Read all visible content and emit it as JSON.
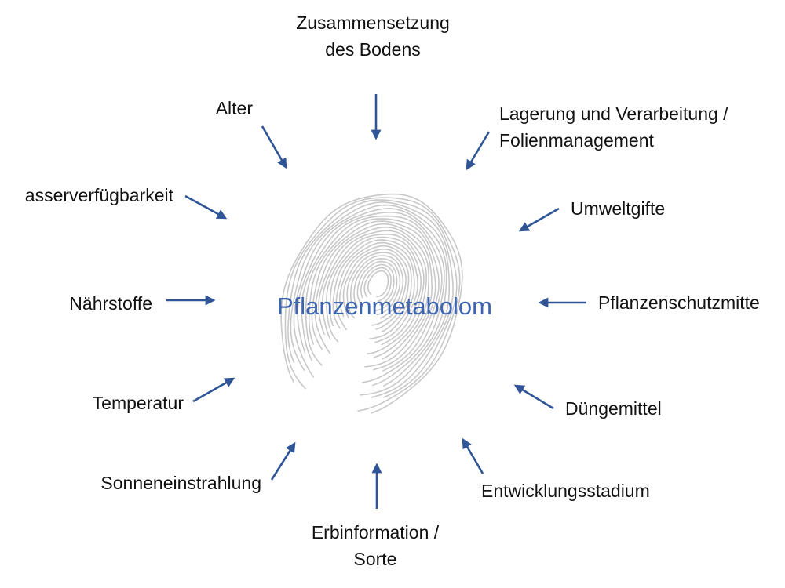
{
  "center": {
    "label": "Pflanzenmetabolom",
    "color": "#3d64b0"
  },
  "colors": {
    "arrow": "#2f5597",
    "fingerprint": "#c8c8c8",
    "text": "#111111"
  },
  "icon": "fingerprint-icon",
  "factors": [
    {
      "id": "zusammensetzung",
      "text": "Zusammensetzung\ndes Bodens"
    },
    {
      "id": "lagerung",
      "text": "Lagerung und Verarbeitung /\nFolienmanagement"
    },
    {
      "id": "umweltgifte",
      "text": "Umweltgifte"
    },
    {
      "id": "pflanzenschutzmittel",
      "text": "Pflanzenschutzmitte"
    },
    {
      "id": "duengemittel",
      "text": "Düngemittel"
    },
    {
      "id": "entwicklungsstadium",
      "text": "Entwicklungsstadium"
    },
    {
      "id": "erbinformation",
      "text": "Erbinformation /\nSorte"
    },
    {
      "id": "sonneneinstrahlung",
      "text": "Sonneneinstrahlung"
    },
    {
      "id": "temperatur",
      "text": "Temperatur"
    },
    {
      "id": "naehrstoffe",
      "text": "Nährstoffe"
    },
    {
      "id": "wasserverfuegbarkeit",
      "text": "asserverfügbarkeit"
    },
    {
      "id": "alter",
      "text": "Alter"
    }
  ]
}
